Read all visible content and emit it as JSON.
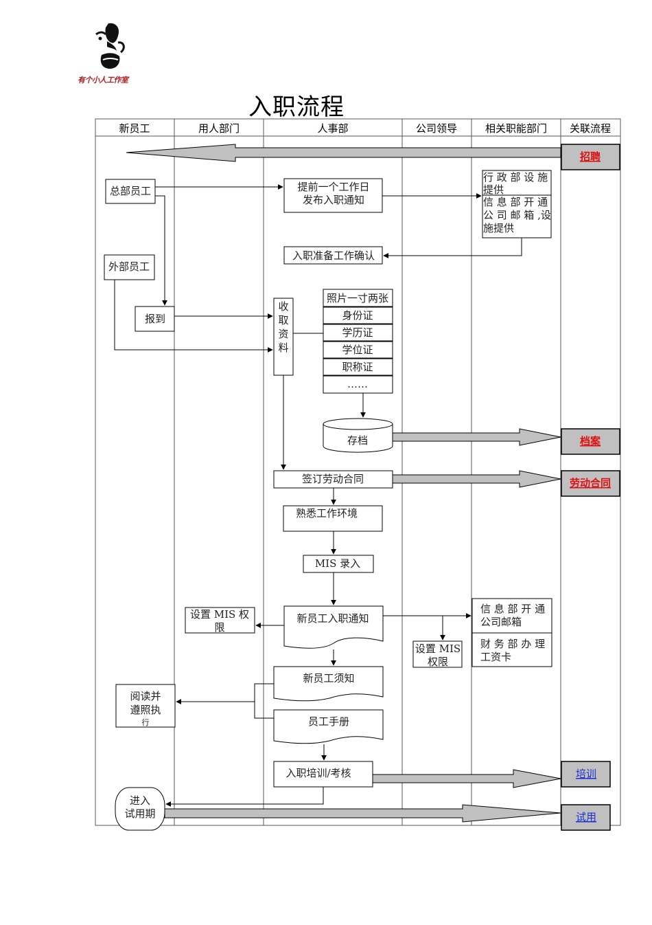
{
  "logo": {
    "icon": "face-ink-portrait-icon",
    "caption": "有个小人工作室"
  },
  "title": "入职流程",
  "columns": [
    "新员工",
    "用人部门",
    "人事部",
    "公司领导",
    "相关职能部门",
    "关联流程"
  ],
  "related_links": [
    {
      "id": "recruit",
      "label": "招聘",
      "color": "#e01010"
    },
    {
      "id": "archive",
      "label": "档案",
      "color": "#e01010"
    },
    {
      "id": "contract",
      "label": "劳动合同",
      "color": "#e01010"
    },
    {
      "id": "training",
      "label": "培训",
      "color": "#1a2fd6"
    },
    {
      "id": "trial",
      "label": "试用",
      "color": "#1a2fd6"
    }
  ],
  "nodes": {
    "hq_staff": "总部员工",
    "ext_staff": "外部员工",
    "report": "报到",
    "notify_line1": "提前一个工作日",
    "notify_line2": "发布入职通知",
    "admin_line1": "行 政 部 设 施",
    "admin_line2": "提供",
    "info_line1": "信 息 部 开 通",
    "info_line2": "公 司 邮 箱 ,设",
    "info_line3": "施提供",
    "prep_confirm": "入职准备工作确认",
    "collect": [
      "收",
      "取",
      "资",
      "料"
    ],
    "docs": [
      "照片一寸两张",
      "身份证",
      "学历证",
      "学位证",
      "职称证",
      "……"
    ],
    "archive_store": "存档",
    "sign_contract": "签订劳动合同",
    "familiarize": "熟悉工作环境",
    "mis_entry": "MIS 录入",
    "new_notice": "新员工入职通知",
    "dept_mis_line1": "设置 MIS 权",
    "dept_mis_line2": "限",
    "lead_mis_line1": "设置 MIS",
    "lead_mis_line2": "权限",
    "info_mail_line1": "信 息 部 开 通",
    "info_mail_line2": "公司邮箱",
    "finance_line1": "财 务 部 办 理",
    "finance_line2": "工资卡",
    "guide": "新员工须知",
    "handbook": "员工手册",
    "read_line1": "阅读并",
    "read_line2": "遵照执",
    "read_line3": "行",
    "train_exam": "入职培训/考核",
    "trial_line1": "进入",
    "trial_line2": "试用期"
  }
}
